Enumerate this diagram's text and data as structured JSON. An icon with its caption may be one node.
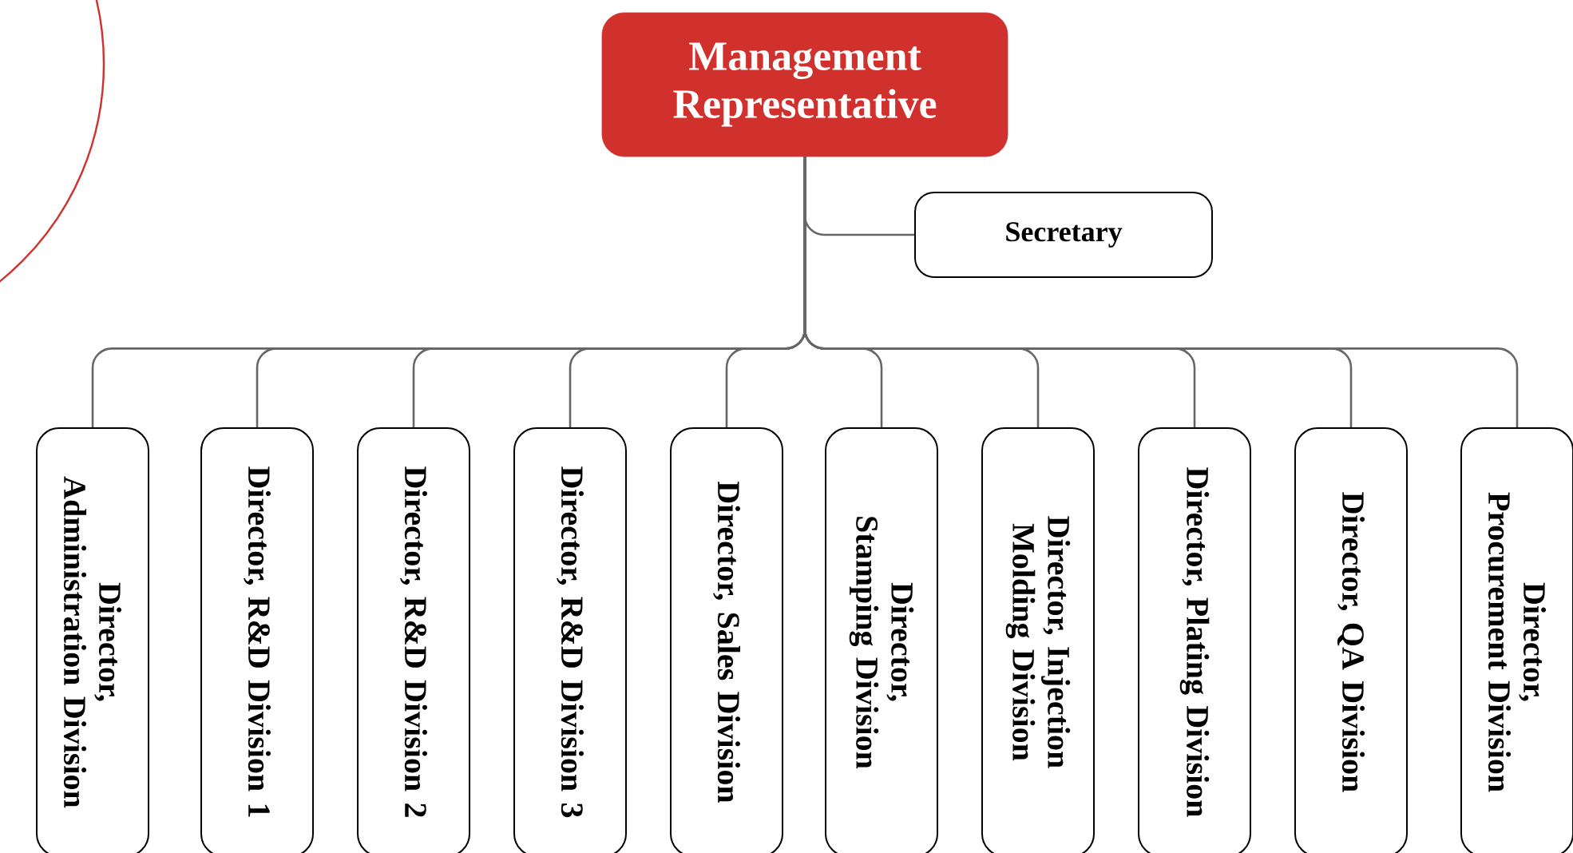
{
  "diagram": {
    "nodes": [
      {
        "text": [
          "Management Representative"
        ]
      },
      {
        "text": [
          "Secretary"
        ]
      },
      {
        "text": [
          "Director, Administration Division"
        ]
      },
      {
        "text": [
          "Director, R&D Division 1"
        ]
      },
      {
        "text": [
          "Director, R&D Division 2"
        ]
      },
      {
        "text": [
          "Director, R&D Division 3"
        ]
      },
      {
        "text": [
          "Director, Sales Division"
        ]
      },
      {
        "text": [
          "Director, Stamping Division"
        ]
      },
      {
        "text": [
          "Director, Injection Molding Division"
        ]
      },
      {
        "text": [
          "Director, Plating Division"
        ]
      },
      {
        "text": [
          "Director, QA Division"
        ]
      },
      {
        "text": [
          "Director, Procurement Division"
        ]
      },
      {
        "text": [],
        "shape": "circle"
      }
    ],
    "edges": [
      {
        "from": 0,
        "to": 1,
        "arrow": "none"
      },
      {
        "from": 0,
        "to": 2,
        "arrow": "none"
      },
      {
        "from": 0,
        "to": 3,
        "arrow": "none"
      },
      {
        "from": 0,
        "to": 4,
        "arrow": "none"
      },
      {
        "from": 0,
        "to": 5,
        "arrow": "none"
      },
      {
        "from": 0,
        "to": 6,
        "arrow": "none"
      },
      {
        "from": 0,
        "to": 7,
        "arrow": "none"
      },
      {
        "from": 0,
        "to": 8,
        "arrow": "none"
      },
      {
        "from": 0,
        "to": 9,
        "arrow": "none"
      },
      {
        "from": 0,
        "to": 10,
        "arrow": "none"
      },
      {
        "from": 0,
        "to": 11,
        "arrow": "none"
      }
    ]
  }
}
